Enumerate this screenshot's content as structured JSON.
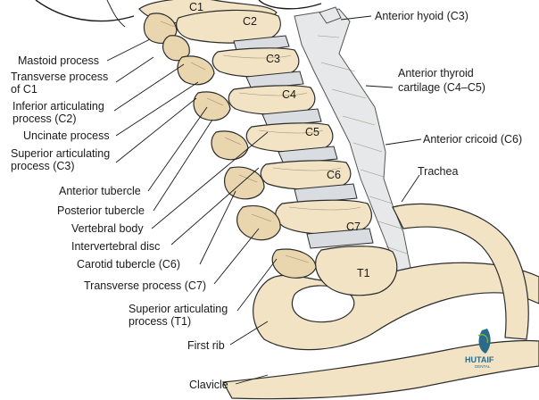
{
  "vertebra_labels": {
    "c1": "C1",
    "c2": "C2",
    "c3": "C3",
    "c4": "C4",
    "c5": "C5",
    "c6": "C6",
    "c7": "C7",
    "t1": "T1"
  },
  "left_labels": {
    "mastoid_process": "Mastoid process",
    "transverse_c1_line1": "Transverse process",
    "transverse_c1_line2": "of C1",
    "inferior_artic_line1": "Inferior articulating",
    "inferior_artic_line2": "process (C2)",
    "uncinate": "Uncinate process",
    "superior_artic_c3_line1": "Superior articulating",
    "superior_artic_c3_line2": "process (C3)",
    "anterior_tubercle": "Anterior tubercle",
    "posterior_tubercle": "Posterior tubercle",
    "vertebral_body": "Vertebral body",
    "intervertebral_disc": "Intervertebral disc",
    "carotid_tubercle": "Carotid tubercle (C6)",
    "transverse_c7": "Transverse process (C7)",
    "superior_artic_t1_line1": "Superior articulating",
    "superior_artic_t1_line2": "process (T1)",
    "first_rib": "First rib",
    "clavicle": "Clavicle"
  },
  "right_labels": {
    "anterior_hyoid": "Anterior hyoid (C3)",
    "anterior_thyroid_line1": "Anterior thyroid",
    "anterior_thyroid_line2": "cartilage (C4–C5)",
    "anterior_cricoid": "Anterior cricoid (C6)",
    "trachea": "Trachea"
  },
  "logo": {
    "name": "HUTAIF",
    "sub": "DENTAL"
  },
  "colors": {
    "bone": "#f1e3c4",
    "disc": "#d9dde2",
    "logo": "#2a6a8a"
  }
}
